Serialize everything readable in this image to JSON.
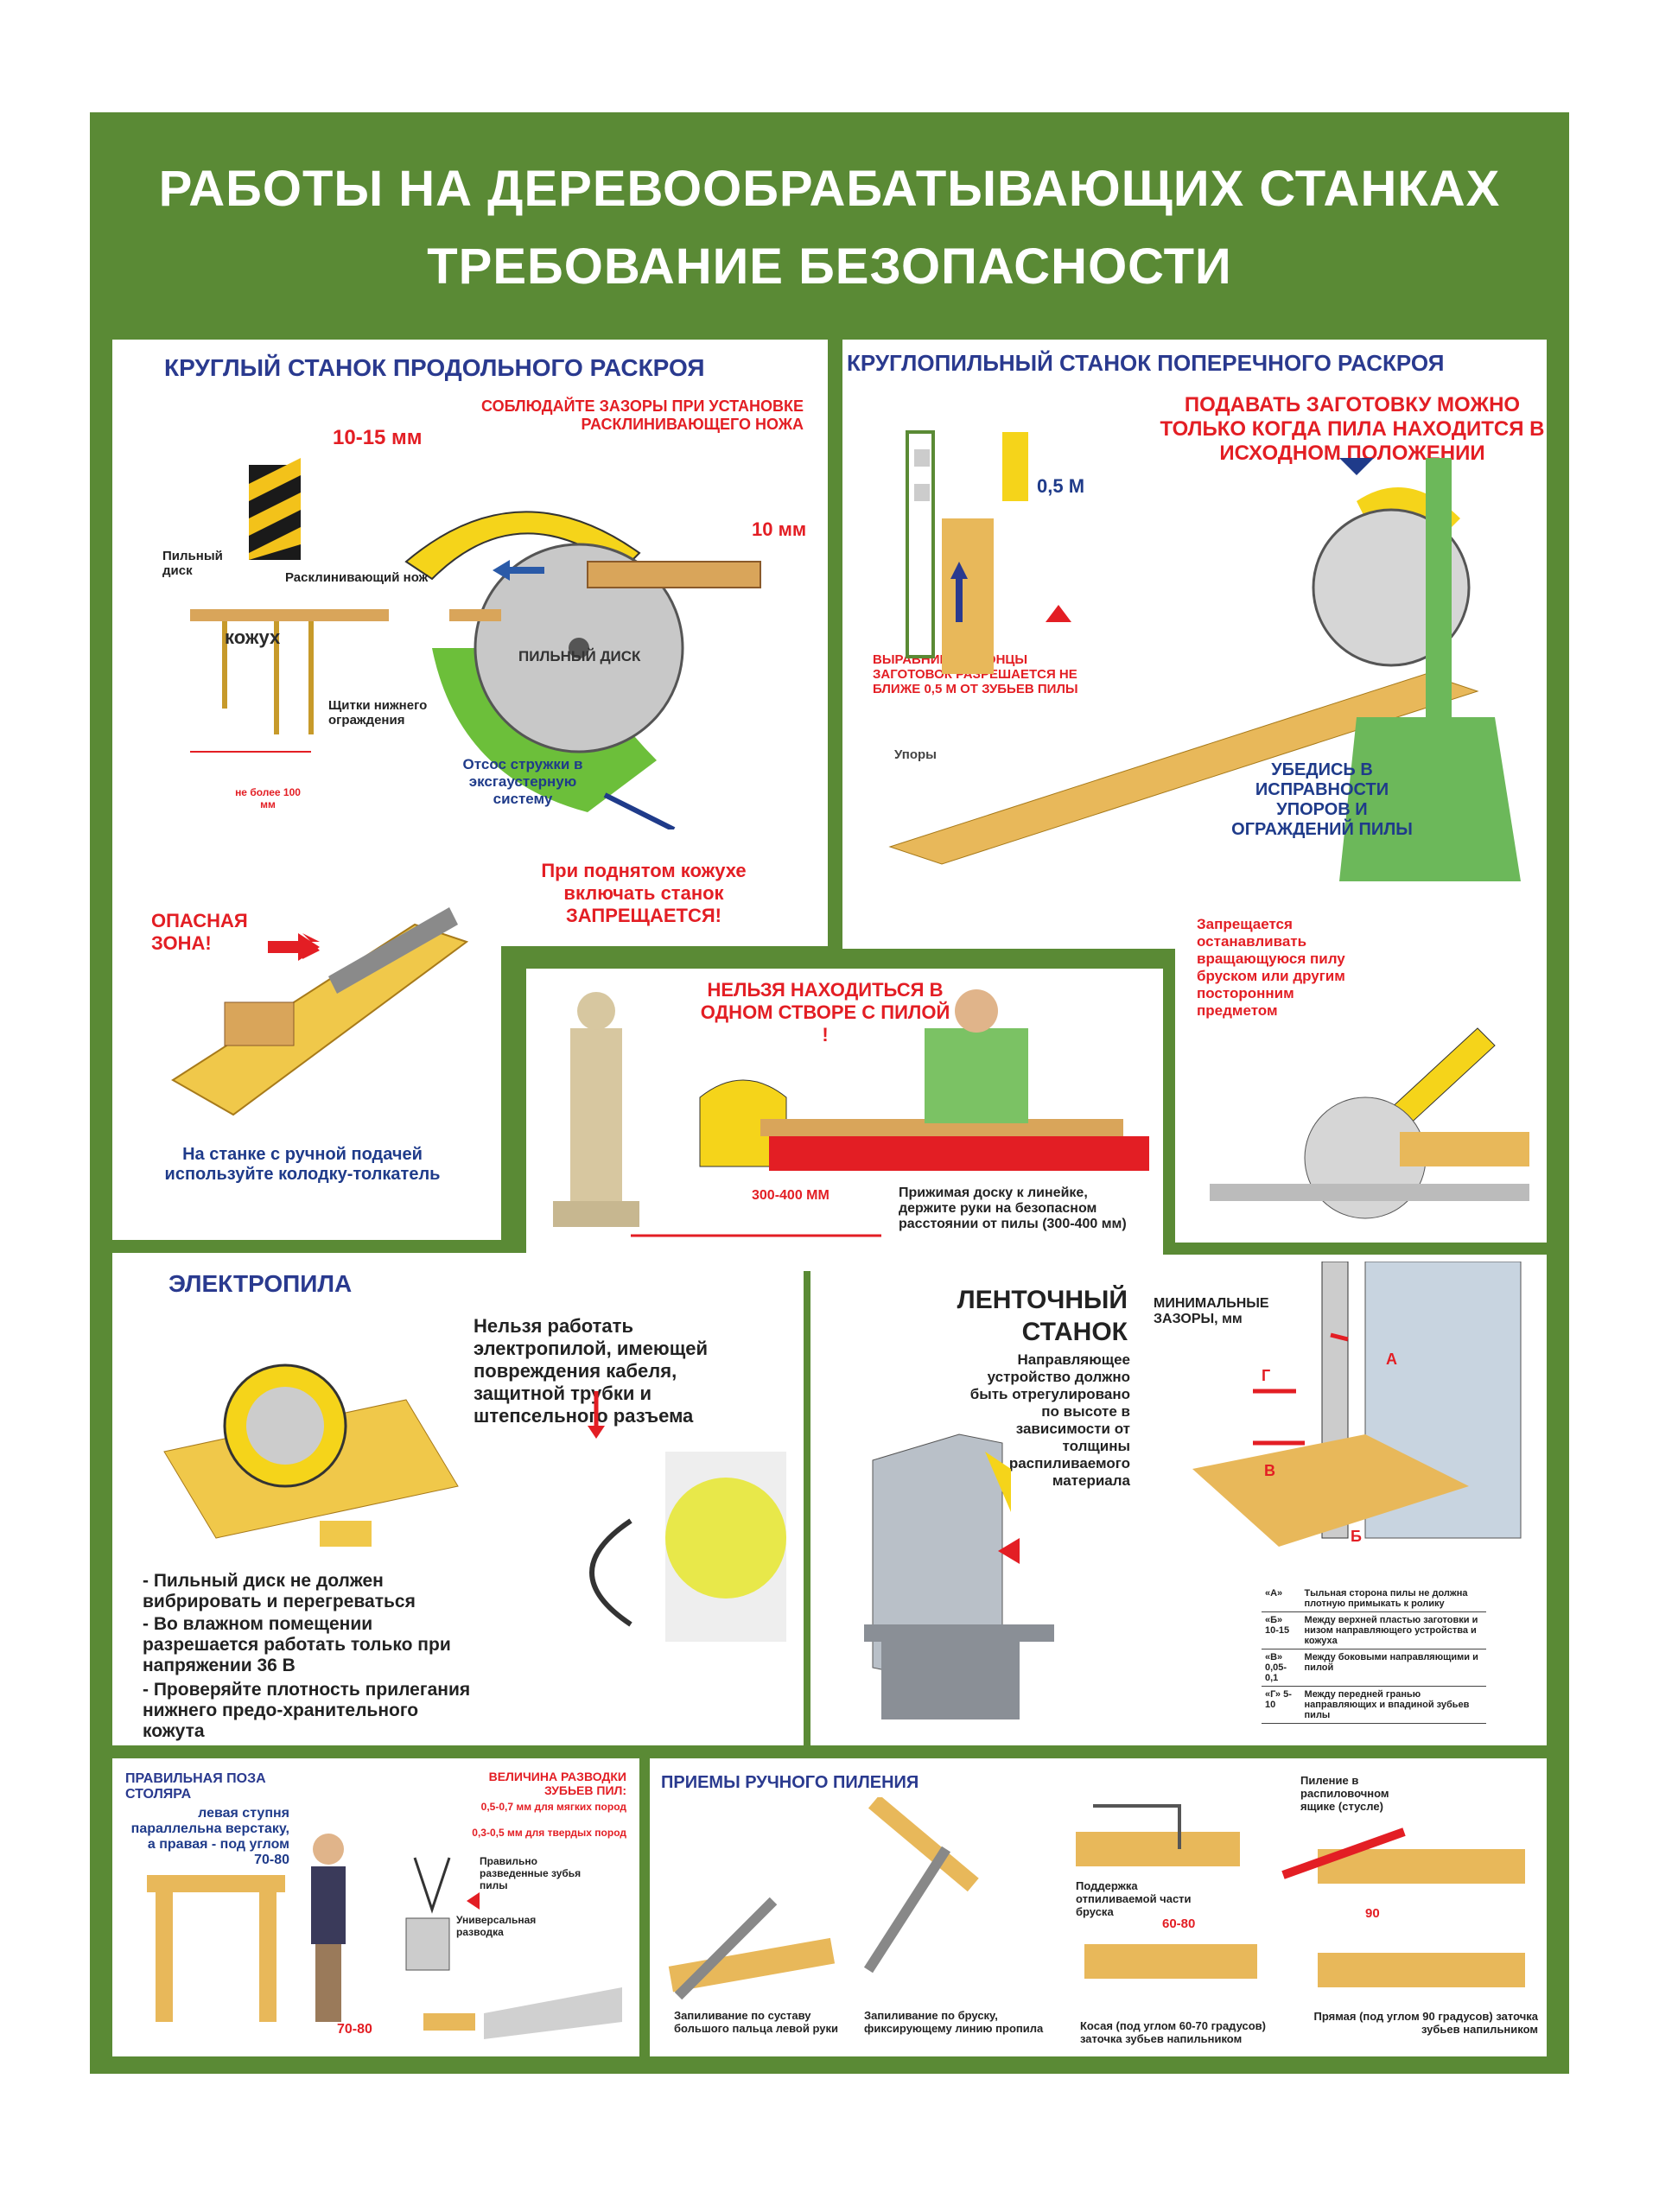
{
  "header": {
    "line1": "РАБОТЫ НА ДЕРЕВООБРАБАТЫВАЮЩИХ СТАНКАХ",
    "line2": "ТРЕБОВАНИЕ БЕЗОПАСНОСТИ"
  },
  "p1": {
    "title": "КРУГЛЫЙ СТАНОК ПРОДОЛЬНОГО РАСКРОЯ",
    "gap_note": "СОБЛЮДАЙТЕ ЗАЗОРЫ ПРИ УСТАНОВКЕ РАСКЛИНИВАЮЩЕГО НОЖА",
    "dim1": "10-15 мм",
    "dim2": "10 мм",
    "kozhukh": "кожух",
    "disc_label": "ПИЛЬНЫЙ ДИСК",
    "lbl_disc": "Пильный диск",
    "lbl_knife": "Расклинивающий нож",
    "lbl_shields": "Щитки нижнего ограждения",
    "lbl_max": "не более 100 мм",
    "lbl_exhaust": "Отсос стружки в эксгаустерную систему",
    "warn_hood": "При поднятом кожухе включать станок ЗАПРЕЩАЕТСЯ!",
    "danger": "ОПАСНАЯ ЗОНА!",
    "pusher": "На станке с ручной подачей используйте колодку-толкатель"
  },
  "p2": {
    "title": "КРУГЛОПИЛЬНЫЙ СТАНОК ПОПЕРЕЧНОГО РАСКРОЯ",
    "feed_note": "ПОДАВАТЬ ЗАГОТОВКУ МОЖНО ТОЛЬКО КОГДА ПИЛА НАХОДИТСЯ В ИСХОДНОМ ПОЛОЖЕНИИ",
    "dim": "0,5 М",
    "align_note": "ВЫРАВНИВАТЬ КОНЦЫ ЗАГОТОВОК РАЗРЕШАЕТСЯ НЕ БЛИЖЕ 0,5 М ОТ ЗУБЬЕВ ПИЛЫ",
    "stops": "Упоры",
    "check_note": "УБЕДИСЬ В ИСПРАВНОСТИ УПОРОВ И ОГРАЖДЕНИЙ ПИЛЫ",
    "stop_note": "Запрещается останавливать вращающуюся пилу бруском или другим посторонним предметом"
  },
  "p3": {
    "warn": "НЕЛЬЗЯ НАХОДИТЬСЯ В ОДНОМ СТВОРЕ С ПИЛОЙ !",
    "dim": "300-400 ММ",
    "note": "Прижимая доску к линейке, держите руки на безопасном расстоянии от пилы (300-400 мм)"
  },
  "p4": {
    "title": "ЭЛЕКТРОПИЛА",
    "warn": "Нельзя работать электропилой, имеющей повреждения кабеля, защитной трубки и штепсельного разъема",
    "rule1": "- Пильный диск не должен вибрировать и перегреваться",
    "rule2": "- Во влажном помещении разрешается работать только при напряжении 36 В",
    "rule3": "- Проверяйте плотность прилегания нижнего предо-хранительного кожута"
  },
  "p5": {
    "title1": "ЛЕНТОЧНЫЙ",
    "title2": "СТАНОК",
    "note": "Направляющее устройство должно быть отрегулировано по высоте в зависимости от толщины распиливаемого материала",
    "min_gaps": "МИНИМАЛЬНЫЕ ЗАЗОРЫ, мм",
    "a": "А",
    "b": "Б",
    "v": "В",
    "g": "Г",
    "legend": [
      {
        "key": "«А»",
        "text": "Тыльная сторона пилы не должна плотную примыкать к ролику"
      },
      {
        "key": "«Б» 10-15",
        "text": "Между верхней пластью заготовки и низом направляющего устройства и кожуха"
      },
      {
        "key": "«В» 0,05-0,1",
        "text": "Между боковыми направляющими и пилой"
      },
      {
        "key": "«Г» 5-10",
        "text": "Между передней гранью направляющих и впадиной зубьев пилы"
      }
    ]
  },
  "p6": {
    "pose": "ПРАВИЛЬНАЯ ПОЗА СТОЛЯРА",
    "pose_desc": "левая ступня параллельна верстаку, а правая - под углом 70-80",
    "angle": "70-80",
    "setting_title": "ВЕЛИЧИНА РАЗВОДКИ ЗУБЬЕВ ПИЛ:",
    "setting_soft": "0,5-0,7 мм для мягких пород",
    "setting_hard": "0,3-0,5 мм для твердых пород",
    "teeth": "Правильно разведенные зубья пилы",
    "universal": "Универсальная разводка"
  },
  "p7": {
    "title": "ПРИЕМЫ РУЧНОГО ПИЛЕНИЯ",
    "c1": "Запиливание по суставу большого пальца левой руки",
    "c2": "Запиливание по бруску, фиксирующему линию пропила",
    "c3_top": "Поддержка отпиливаемой части бруска",
    "c3_angle": "60-80",
    "c3": "Косая (под углом 60-70 градусов) заточка зубьев напильником",
    "c4_top": "Пиление в распиловочном ящике (стусле)",
    "c4_angle": "90",
    "c4": "Прямая (под углом 90 градусов) заточка зубьев напильником"
  }
}
